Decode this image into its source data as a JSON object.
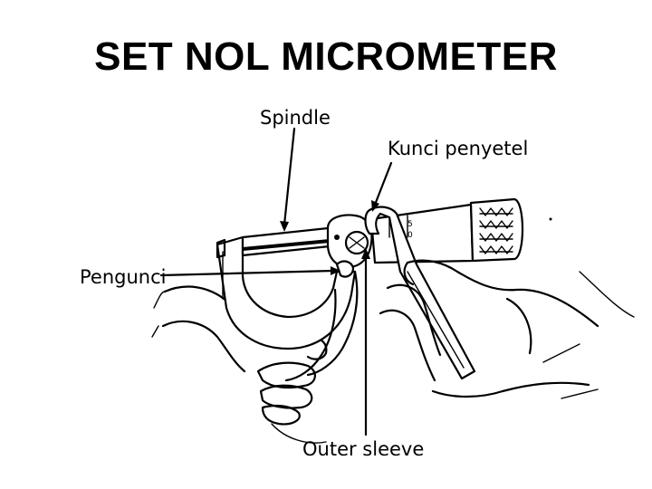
{
  "title": "SET NOL MICROMETER",
  "labels": {
    "spindle": "Spindle",
    "kunci_penyetel": "Kunci penyetel",
    "pengunci": "Pengunci",
    "outer_sleeve": "Outer sleeve"
  },
  "scale_marks": [
    "5",
    "0"
  ]
}
